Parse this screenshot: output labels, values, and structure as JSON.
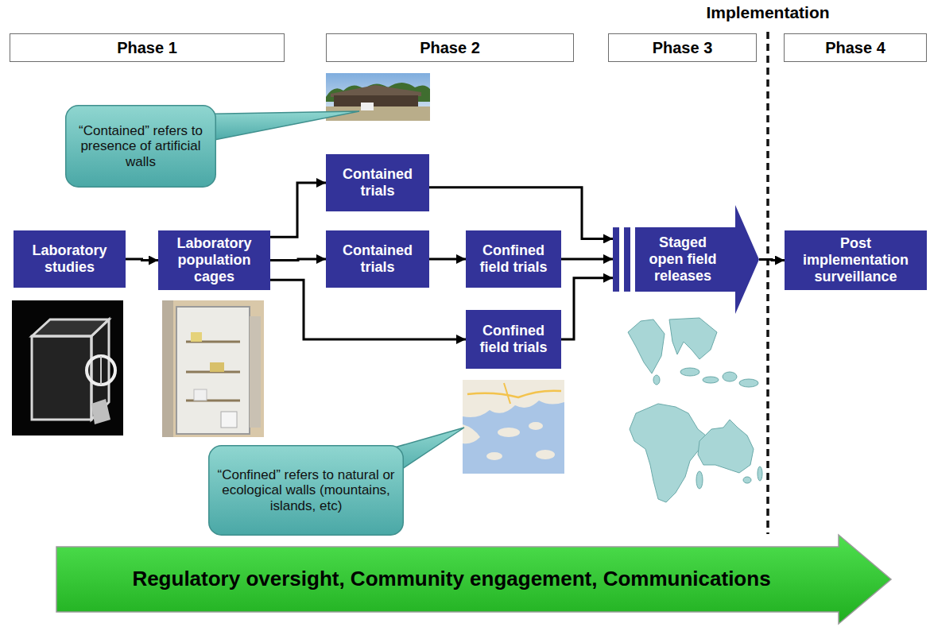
{
  "diagram": {
    "nodes": [
      {
        "text": [
          "Phase 1"
        ]
      },
      {
        "text": [
          "Phase 2"
        ]
      },
      {
        "text": [
          "Phase 3"
        ]
      },
      {
        "text": [
          "Phase 4"
        ]
      },
      {
        "text": [
          "“Contained” refers to presence of artificial walls"
        ]
      },
      {
        "text": [
          "Laboratory studies"
        ]
      },
      {
        "text": [
          "Laboratory population cages"
        ]
      },
      {
        "text": [
          "Contained trials"
        ]
      },
      {
        "text": [
          "Contained trials"
        ]
      },
      {
        "text": [
          "Confined field trials"
        ]
      },
      {
        "text": [
          "Confined field trials"
        ]
      },
      {
        "text": [
          "Staged open field releases"
        ]
      },
      {
        "text": [
          "Post implementation surveillance"
        ]
      },
      {
        "text": [
          "“Confined” refers to natural or ecological walls (mountains, islands, etc)"
        ]
      },
      {
        "text": [
          "Regulatory oversight, Community engagement, Communications"
        ]
      }
    ],
    "edges": [
      {
        "from": 5,
        "to": 6,
        "arrow": "to"
      },
      {
        "from": 6,
        "to": 7,
        "arrow": "to"
      },
      {
        "from": 6,
        "to": 8,
        "arrow": "to"
      },
      {
        "from": 6,
        "to": 10,
        "arrow": "to"
      },
      {
        "from": 8,
        "to": 9,
        "arrow": "to"
      },
      {
        "from": 7,
        "to": 11,
        "arrow": "to"
      },
      {
        "from": 9,
        "to": 11,
        "arrow": "to"
      },
      {
        "from": 10,
        "to": 11,
        "arrow": "to"
      },
      {
        "from": 11,
        "to": 12,
        "arrow": "to"
      }
    ],
    "labels": [
      "Implementation"
    ]
  }
}
